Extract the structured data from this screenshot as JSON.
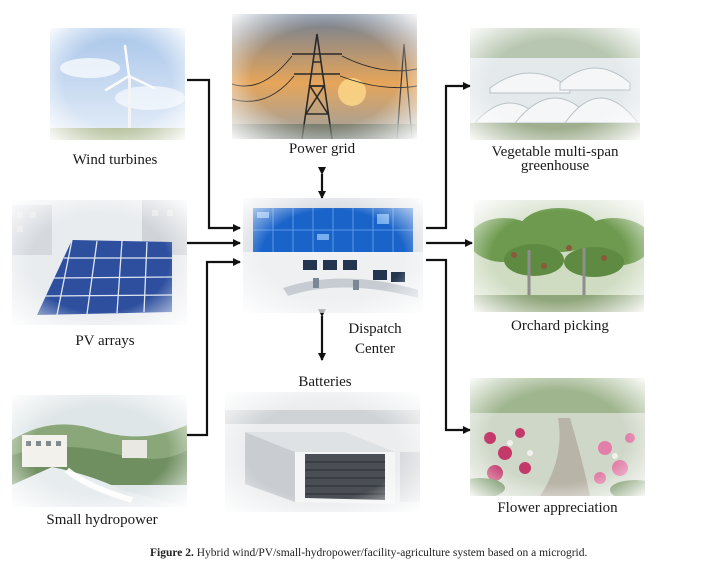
{
  "nodes": {
    "wind": {
      "label": "Wind turbines",
      "icon": "wind-turbine-photo"
    },
    "pv": {
      "label": "PV arrays",
      "icon": "solar-panel-photo"
    },
    "hydro": {
      "label": "Small hydropower",
      "icon": "hydropower-dam-photo"
    },
    "grid": {
      "label": "Power grid",
      "icon": "transmission-tower-photo"
    },
    "dispatch": {
      "label_line1": "Dispatch",
      "label_line2": "Center",
      "icon": "control-room-photo"
    },
    "batteries": {
      "label": "Batteries",
      "icon": "battery-storage-photo"
    },
    "greenhouse": {
      "label_line1": "Vegetable multi-span",
      "label_line2": "greenhouse",
      "icon": "greenhouse-photo"
    },
    "orchard": {
      "label": "Orchard picking",
      "icon": "orchard-photo"
    },
    "flower": {
      "label": "Flower appreciation",
      "icon": "flower-garden-photo"
    }
  },
  "caption": {
    "prefix": "Figure 2.",
    "text": " Hybrid wind/PV/small-hydropower/facility-agriculture system based on a microgrid."
  },
  "colors": {
    "arrow": "#111111",
    "sky": "#c9dcf2",
    "panel": "#2d4f9e",
    "screen": "#1a63c9",
    "green": "#6d9a4e"
  }
}
